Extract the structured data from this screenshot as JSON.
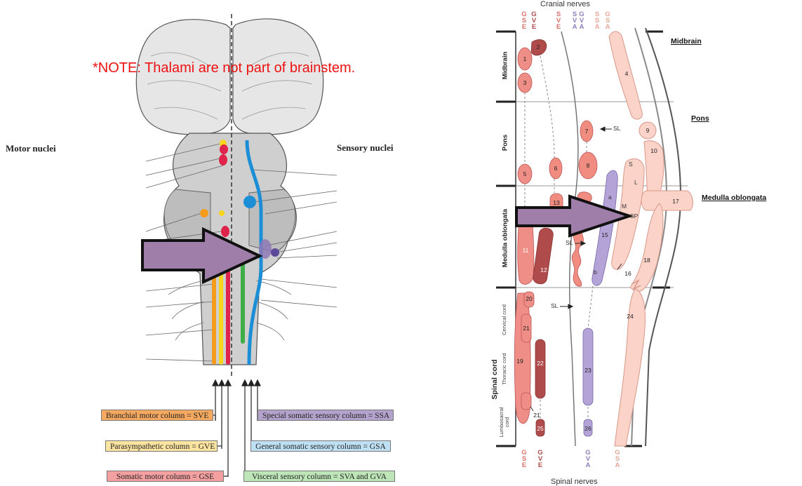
{
  "left_figure": {
    "note": "*NOTE: Thalami are not part of brainstem.",
    "motor_title": "Motor nuclei",
    "sensory_title": "Sensory nuclei",
    "legend": [
      {
        "id": "svm",
        "label": "Branchial motor column = SVE",
        "color": "#f4a860"
      },
      {
        "id": "gve",
        "label": "Parasympathetic column = GVE",
        "color": "#fbe3a0"
      },
      {
        "id": "gse",
        "label": "Somatic motor column = GSE",
        "color": "#f4a0a0"
      },
      {
        "id": "ssa",
        "label": "Special somatic sensory column = SSA",
        "color": "#b3a3cc"
      },
      {
        "id": "gsa",
        "label": "General somatic sensory column = GSA",
        "color": "#bfe0f2"
      },
      {
        "id": "visc",
        "label": "Visceral sensory column = SVA and GVA",
        "color": "#bde5b8"
      }
    ],
    "colors": {
      "orange": "#f59b1c",
      "yellow": "#f7d61c",
      "red": "#e0234a",
      "green": "#3fae48",
      "blue": "#1c8ed6",
      "purple": "#8e78b6",
      "arrow": "#a07eaa"
    }
  },
  "right_figure": {
    "top_title": "Cranial nerves",
    "bottom_title": "Spinal nerves",
    "top_columns": [
      {
        "letters": [
          "G",
          "S",
          "E"
        ],
        "color": "#d9736d"
      },
      {
        "letters": [
          "G",
          "V",
          "E"
        ],
        "color": "#b04b4b"
      },
      {
        "letters": [
          "S",
          "V",
          "E"
        ],
        "color": "#d9736d"
      },
      {
        "letters": [
          "S",
          "V",
          "A"
        ],
        "color": "#8f7fb8"
      },
      {
        "letters": [
          "G",
          "V",
          "A"
        ],
        "color": "#8f7fb8"
      },
      {
        "letters": [
          "S",
          "S",
          "A"
        ],
        "color": "#e6a89a"
      },
      {
        "letters": [
          "G",
          "S",
          "A"
        ],
        "color": "#e6a89a"
      }
    ],
    "bottom_columns": [
      {
        "letters": [
          "G",
          "S",
          "E"
        ],
        "color": "#d9736d"
      },
      {
        "letters": [
          "G",
          "V",
          "E"
        ],
        "color": "#b04b4b"
      },
      {
        "letters": [
          "G",
          "V",
          "A"
        ],
        "color": "#8f7fb8"
      },
      {
        "letters": [
          "G",
          "S",
          "A"
        ],
        "color": "#e6a89a"
      }
    ],
    "regions_left": {
      "midbrain": "Midbrain",
      "pons": "Pons",
      "medulla": "Medulla oblongata",
      "spinal": "Spinal cord",
      "cervical": "Cervical cord",
      "thoracic": "Thoracic cord",
      "lumbosacral": "Lumbosacral cord"
    },
    "regions_right": {
      "midbrain": "Midbrain",
      "pons": "Pons",
      "medulla": "Medulla oblongata"
    },
    "labels": {
      "sl": "SL",
      "s": "S",
      "l": "L",
      "m": "M",
      "sp": "SP",
      "a": "a",
      "b": "b"
    },
    "nuclei": [
      "1",
      "2",
      "3",
      "4",
      "5",
      "6",
      "7",
      "8",
      "9",
      "10",
      "11",
      "12",
      "13",
      "15",
      "16",
      "17",
      "18",
      "19",
      "20",
      "21",
      "21",
      "22",
      "23",
      "24",
      "25",
      "26"
    ],
    "colors": {
      "gse": "#ef8e86",
      "gve": "#b04b4b",
      "sve": "#f08c80",
      "visceral": "#b3a3d6",
      "sensory": "#fbd3c8",
      "arrow": "#a07eaa"
    }
  }
}
